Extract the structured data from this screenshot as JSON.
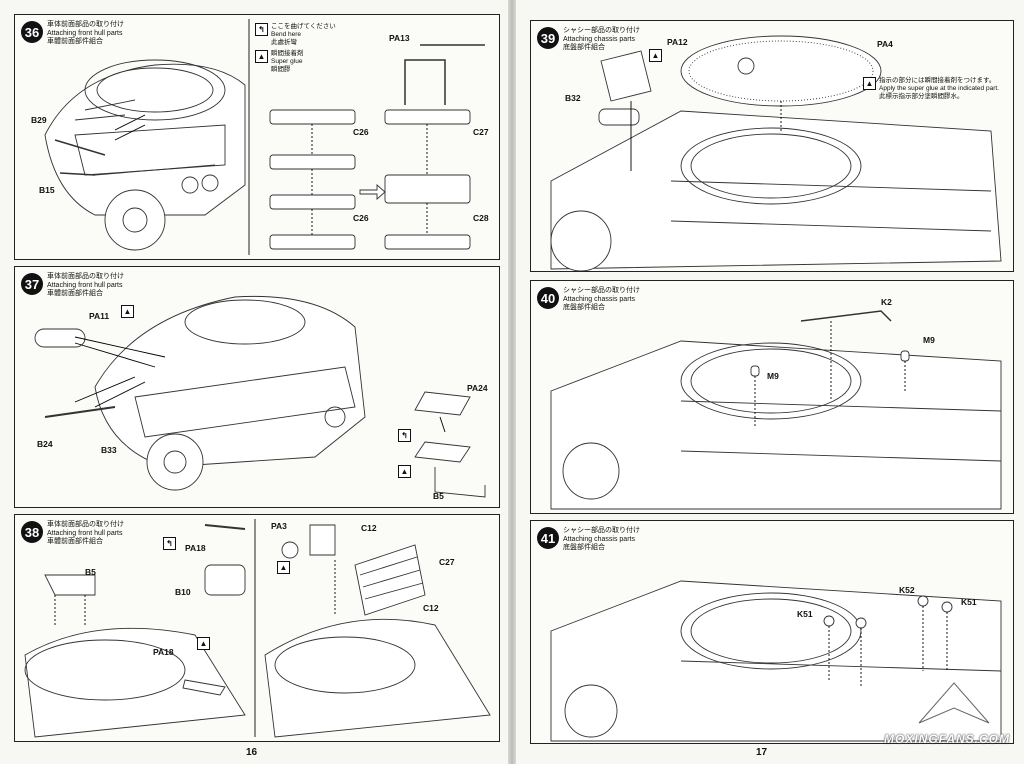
{
  "pages": {
    "left_number": "16",
    "right_number": "17"
  },
  "steps": {
    "s36": {
      "number": "36",
      "jp": "車体前面部品の取り付け",
      "en": "Attaching front hull parts",
      "zh": "車體前面部件組合"
    },
    "s37": {
      "number": "37",
      "jp": "車体前面部品の取り付け",
      "en": "Attaching front hull parts",
      "zh": "車體前面部件組合"
    },
    "s38": {
      "number": "38",
      "jp": "車体前面部品の取り付け",
      "en": "Attaching front hull parts",
      "zh": "車體前面部件組合"
    },
    "s39": {
      "number": "39",
      "jp": "シャシー部品の取り付け",
      "en": "Attaching chassis parts",
      "zh": "底盤部件組合"
    },
    "s40": {
      "number": "40",
      "jp": "シャシー部品の取り付け",
      "en": "Attaching chassis parts",
      "zh": "底盤部件組合"
    },
    "s41": {
      "number": "41",
      "jp": "シャシー部品の取り付け",
      "en": "Attaching chassis parts",
      "zh": "底盤部件組合"
    }
  },
  "legend36": {
    "bend_jp": "ここを曲げてください",
    "bend_en": "Bend here",
    "bend_zh": "此處折彎",
    "glue_jp": "瞬間接着剤",
    "glue_en": "Super glue",
    "glue_zh": "瞬間膠"
  },
  "note39": {
    "jp": "指示の部分には瞬間接着剤をつけます。",
    "en": "Apply the super glue at the indicated part.",
    "zh": "此標示指示部分塗瞬間膠水。"
  },
  "labels": {
    "s36": {
      "b29": "B29",
      "b15": "B15",
      "pa13": "PA13",
      "c26a": "C26",
      "c26b": "C26",
      "c27": "C27",
      "c28": "C28"
    },
    "s37": {
      "pa11": "PA11",
      "b24": "B24",
      "b33": "B33",
      "pa24": "PA24",
      "b5": "B5"
    },
    "s38": {
      "b5": "B5",
      "pa18a": "PA18",
      "b10": "B10",
      "pa18b": "PA18",
      "pa3": "PA3",
      "c12a": "C12",
      "c27": "C27",
      "c12b": "C12"
    },
    "s39": {
      "pa12": "PA12",
      "pa4": "PA4",
      "b32": "B32"
    },
    "s40": {
      "k2": "K2",
      "m9a": "M9",
      "m9b": "M9"
    },
    "s41": {
      "k52": "K52",
      "k51a": "K51",
      "k51b": "K51"
    }
  },
  "watermark": "MOXINGFANS.COM"
}
